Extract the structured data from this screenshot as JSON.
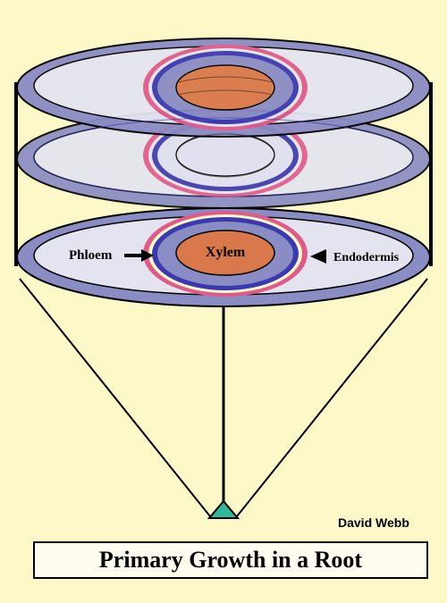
{
  "labels": {
    "phloem": "Phloem",
    "xylem": "Xylem",
    "endodermis": "Endodermis"
  },
  "author": "David Webb",
  "caption": "Primary Growth in a Root",
  "colors": {
    "background": "#fdf8c8",
    "cortex_ring": "#8a8cc4",
    "cortex_fill": "#e4e4f0",
    "vascular": "#3a3ab0",
    "endodermis": "#e05a88",
    "xylem": "#d9784a",
    "root_tip": "#2fb89a"
  }
}
